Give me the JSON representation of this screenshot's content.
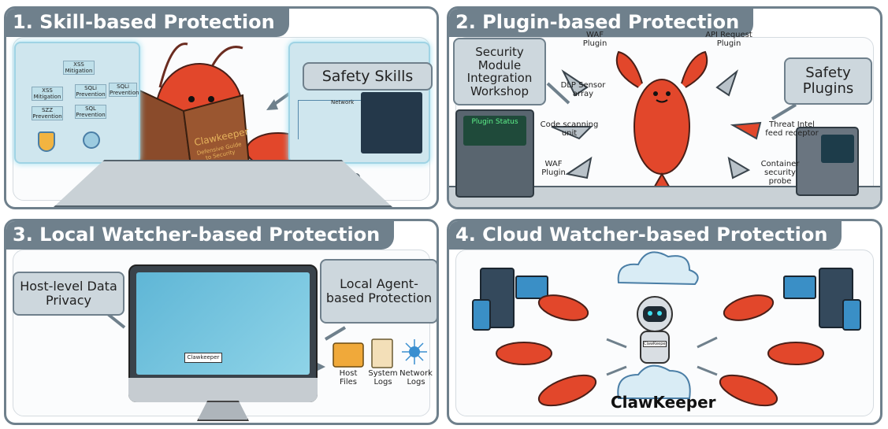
{
  "panels": [
    {
      "title": "1. Skill-based Protection",
      "callout": "Safety Skills",
      "screen_nodes": [
        "XSS Mitigation",
        "XSS Mitigation",
        "SQLi Prevention",
        "SQLi Prevention",
        "SZZ Prevention",
        "SQL Prevention"
      ],
      "screen_right_label": "Network",
      "book_title": "Clawkeeper",
      "book_subtitle": "Defensive Guide to Security"
    },
    {
      "title": "2. Plugin-based Protection",
      "callout_left": "Security Module Integration Workshop",
      "callout_right": "Safety Plugins",
      "console_label": "Plugin Status",
      "labels": [
        "WAF Plugin",
        "API Request Plugin",
        "DLP Sensor array",
        "Code scanning unit",
        "Threat Intel feed receptor",
        "WAF Plugin",
        "Container security probe"
      ]
    },
    {
      "title": "3. Local Watcher-based Protection",
      "callout_left": "Host-level Data Privacy",
      "callout_right": "Local Agent-based Protection",
      "robot_badge": "Clawkeeper",
      "resources": [
        "Host Files",
        "System Logs",
        "Network Logs"
      ]
    },
    {
      "title": "4. Cloud Watcher-based Protection",
      "robot_badge": "ClawKeeper",
      "caption": "ClawKeeper"
    }
  ],
  "colors": {
    "frame": "#6f808c",
    "callout": "#cdd7dd",
    "lobster": "#e2472b",
    "screen": "#7cc3df"
  }
}
